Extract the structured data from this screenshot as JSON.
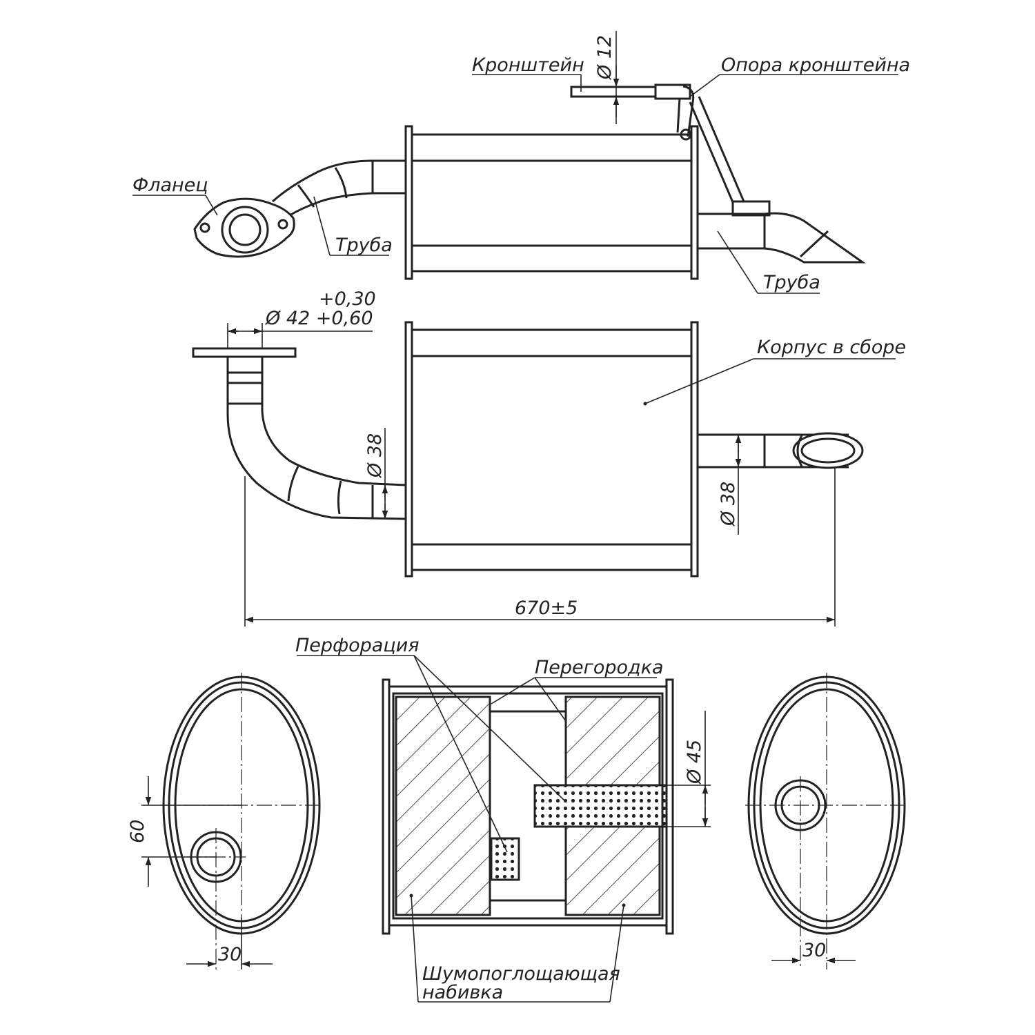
{
  "labels": {
    "bracket": "Кронштейн",
    "bracket_support": "Опора кронштейна",
    "flange": "Фланец",
    "pipe_inlet": "Труба",
    "pipe_outlet": "Труба",
    "housing": "Корпус в сборе",
    "perforation": "Перфорация",
    "baffle": "Перегородка",
    "absorbent_line1": "Шумопоглощающая",
    "absorbent_line2": "набивка"
  },
  "dimensions": {
    "bracket_dia": "Ø 12",
    "flange_tol_upper": "+0,30",
    "flange_dia": "Ø 42 +0,60",
    "inlet_dia": "Ø 38",
    "outlet_dia": "Ø 38",
    "overall_length": "670±5",
    "inner_pipe_dia": "Ø 45",
    "inlet_offset_v": "60",
    "inlet_offset_h": "30",
    "outlet_offset_h": "30"
  }
}
